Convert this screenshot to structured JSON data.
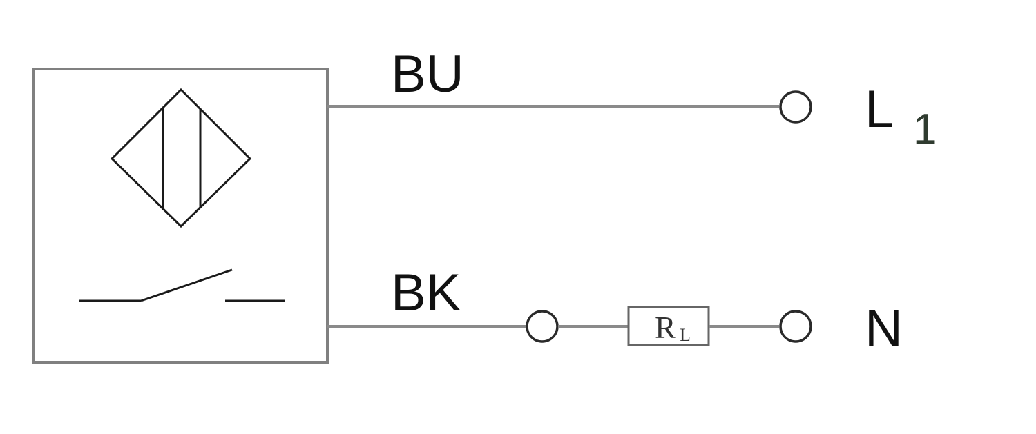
{
  "wires": {
    "top_label": "BU",
    "bottom_label": "BK"
  },
  "terminals": {
    "l1_label": "L",
    "l1_subscript": "1",
    "n_label": "N"
  },
  "load_resistor": {
    "label": "R",
    "subscript": "L"
  },
  "colors": {
    "wire": "#8a8a8a",
    "sensor_box": "#808080",
    "symbol": "#1a1a1a",
    "text": "#111111"
  }
}
